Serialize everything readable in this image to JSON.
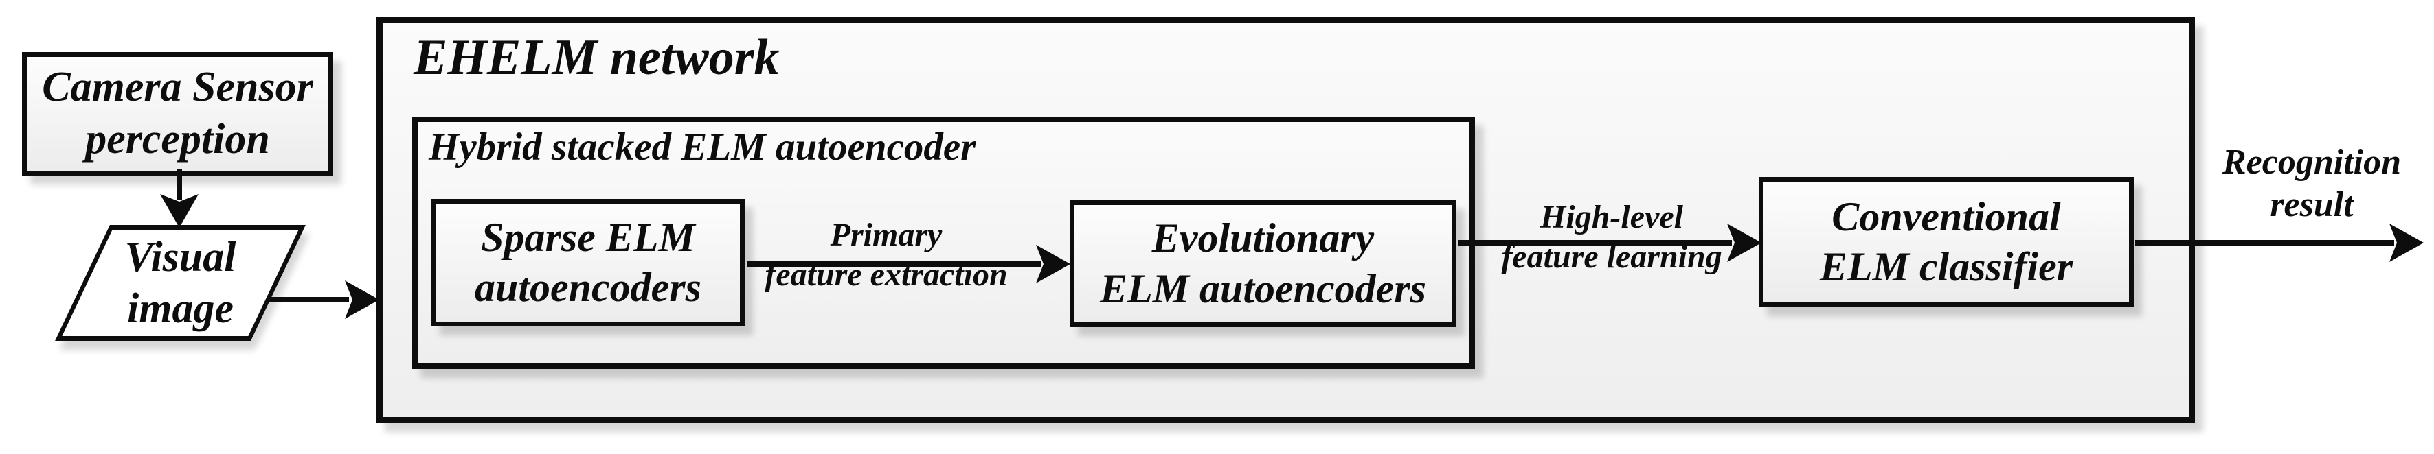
{
  "diagram": {
    "network_title": "EHELM network",
    "hybrid_title": "Hybrid stacked ELM autoencoder",
    "nodes": {
      "camera": {
        "line1": "Camera Sensor",
        "line2": "perception"
      },
      "visual": {
        "line1": "Visual",
        "line2": "image"
      },
      "sparse": {
        "line1": "Sparse ELM",
        "line2": "autoencoders"
      },
      "evolutionary": {
        "line1": "Evolutionary",
        "line2": "ELM autoencoders"
      },
      "classifier": {
        "line1": "Conventional",
        "line2": "ELM classifier"
      }
    },
    "edges": {
      "primary": {
        "line1": "Primary",
        "line2": "feature extraction"
      },
      "high_level": {
        "line1": "High-level",
        "line2": "feature learning"
      },
      "recognition": {
        "line1": "Recognition",
        "line2": "result"
      }
    },
    "colors": {
      "ink": "#0d0d0d",
      "box_fill_top": "#fdfdfd",
      "box_fill_bottom": "#ececec",
      "background": "#ffffff"
    }
  }
}
